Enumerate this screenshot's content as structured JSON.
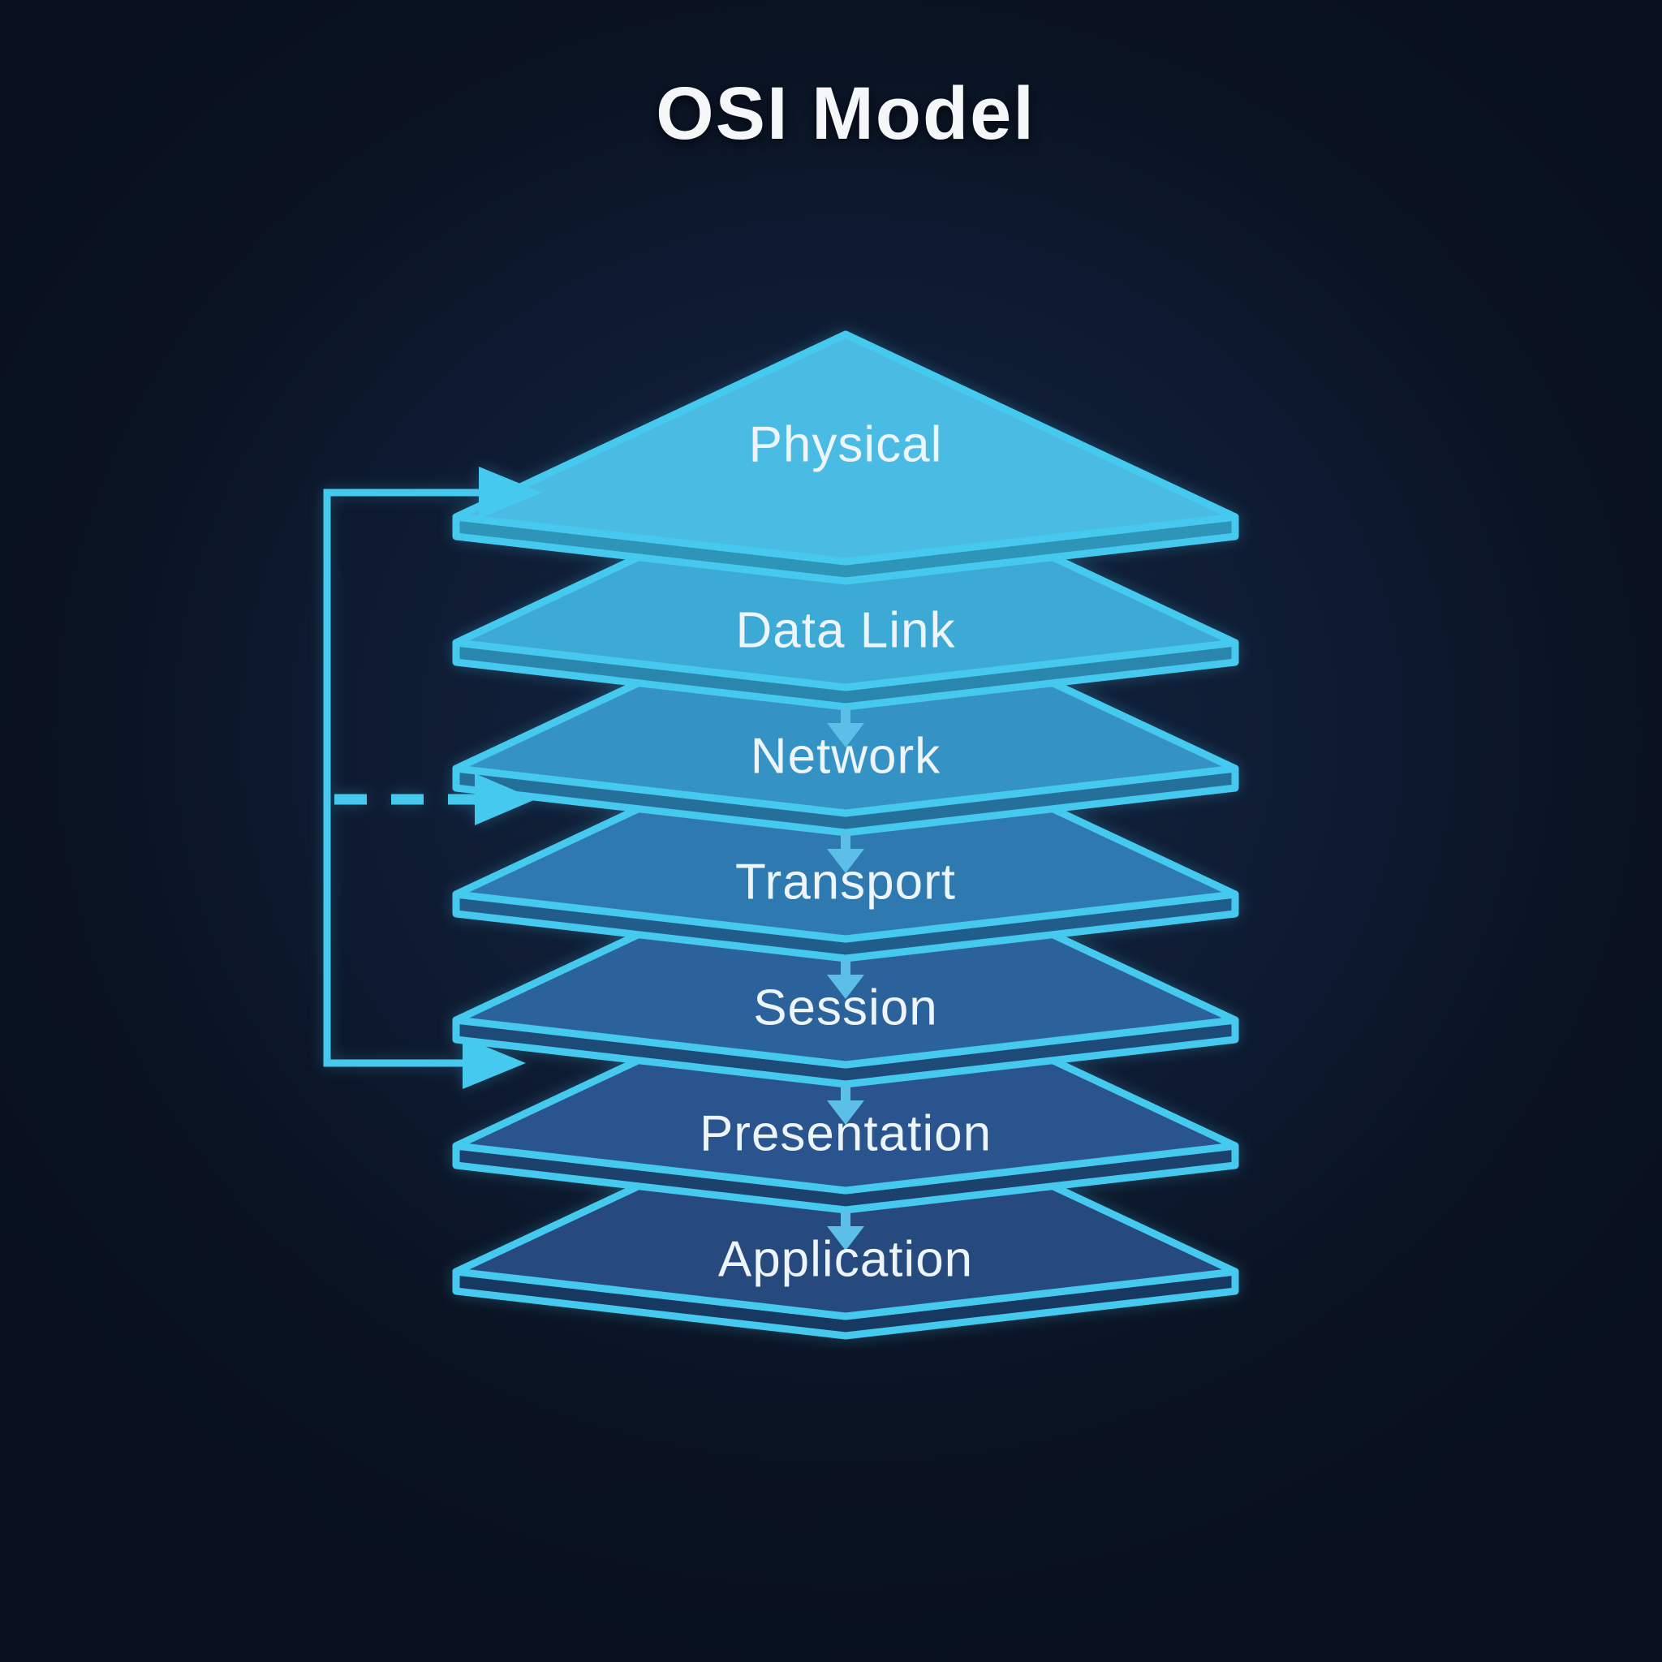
{
  "title": "OSI Model",
  "layers": [
    {
      "label": "Physical",
      "fill": "#4abce4",
      "face": "#2e94b8"
    },
    {
      "label": "Data Link",
      "fill": "#3daad6",
      "face": "#2a86ac"
    },
    {
      "label": "Network",
      "fill": "#3492c5",
      "face": "#256f9b"
    },
    {
      "label": "Transport",
      "fill": "#2e7ab0",
      "face": "#215d8b"
    },
    {
      "label": "Session",
      "fill": "#2c629b",
      "face": "#1e4a78"
    },
    {
      "label": "Presentation",
      "fill": "#2a548d",
      "face": "#1c416d"
    },
    {
      "label": "Application",
      "fill": "#264a7e",
      "face": "#173961"
    }
  ],
  "flow": {
    "down_arrows": [
      {
        "from": "Data Link",
        "to": "Network"
      },
      {
        "from": "Network",
        "to": "Transport"
      },
      {
        "from": "Transport",
        "to": "Session"
      },
      {
        "from": "Session",
        "to": "Presentation"
      },
      {
        "from": "Presentation",
        "to": "Application"
      }
    ],
    "skip_connections": [
      {
        "style": "solid-loop",
        "entry_points": [
          "Data Link",
          "Presentation"
        ]
      },
      {
        "style": "dashed",
        "entry_points": [
          "Transport"
        ]
      }
    ]
  },
  "colors": {
    "background": "#0a1322",
    "background_glow": "#132440",
    "plate_border": "#46c9ef",
    "connector_line": "#46c9ef",
    "down_arrow": "#5bbfe8",
    "label_text": "#edf4fa",
    "title_text": "#f4f6f8"
  }
}
